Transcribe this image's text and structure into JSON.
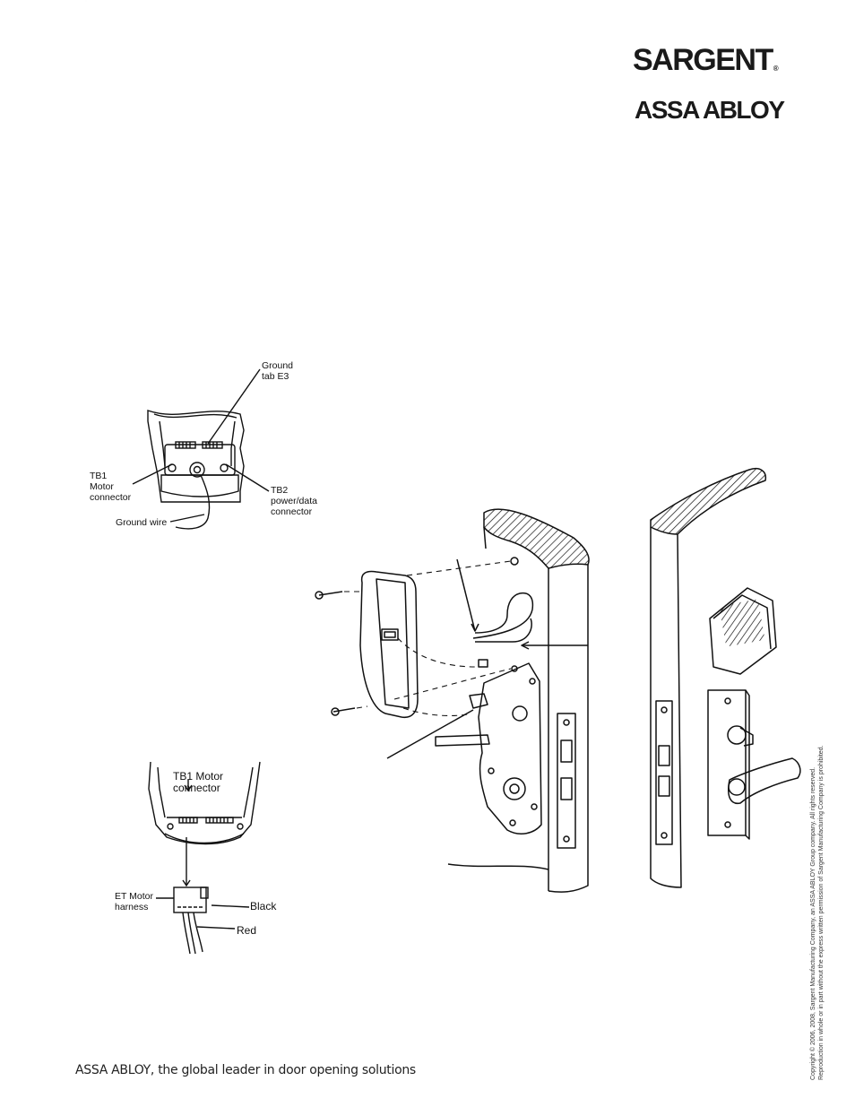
{
  "brand": {
    "sargent": "SARGENT",
    "registered": "®",
    "assa_abloy": "ASSA ABLOY"
  },
  "footer": {
    "tagline": "ASSA ABLOY, the global leader in door opening solutions"
  },
  "copyright": {
    "line1": "Copyright © 2006, 2008, Sargent Manufacturing Company, an ASSA ABLOY Group company. All rights reserved.",
    "line2": "Reproduction in whole or in part without the express written permission of Sargent Manufacturing Company is prohibited."
  },
  "figure1": {
    "ground_tab_line1": "Ground",
    "ground_tab_line2": "tab E3",
    "tb1_line1": "TB1",
    "tb1_line2": "Motor",
    "tb1_line3": "connector",
    "tb2_line1": "TB2",
    "tb2_line2": "power/data",
    "tb2_line3": "connector",
    "ground_wire": "Ground wire"
  },
  "figure2": {
    "tb1_line1": "TB1 Motor",
    "tb1_line2": "connector",
    "harness_line1": "ET Motor",
    "harness_line2": "harness",
    "black": "Black",
    "red": "Red"
  },
  "icons": {
    "brand_rule": "logo-divider",
    "keypad": "keypad-icon"
  }
}
